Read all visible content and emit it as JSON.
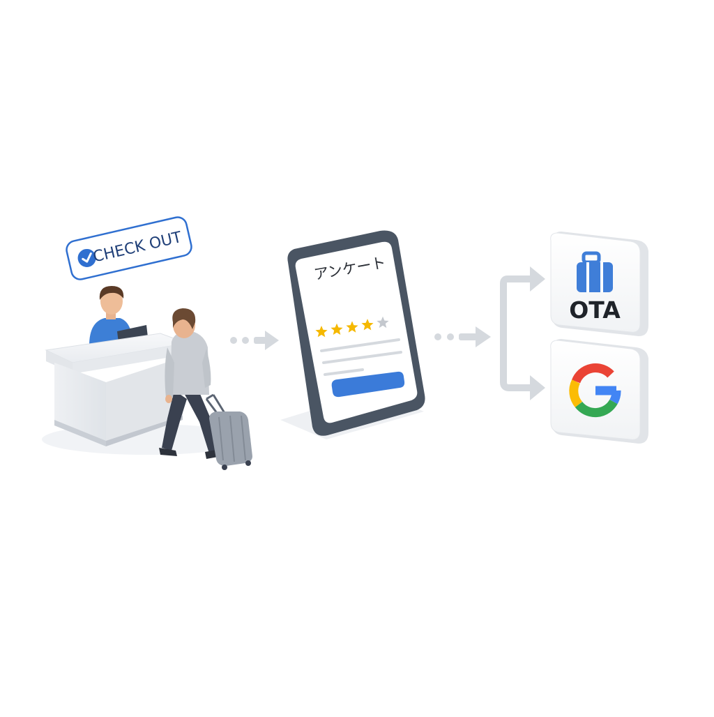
{
  "checkout_badge": {
    "label": "CHECK OUT",
    "icon": "check-circle-icon"
  },
  "survey": {
    "title": "アンケート",
    "rating": 4,
    "max_rating": 5
  },
  "destinations": [
    {
      "label": "OTA",
      "icon": "suitcase-icon"
    },
    {
      "label": "",
      "icon": "google-logo-icon"
    }
  ],
  "colors": {
    "accent": "#2f6fd0",
    "button": "#3b7bd9",
    "star": "#f5b800",
    "star_empty": "#c4c8ce",
    "arrow": "#d5d9de",
    "tablet_frame": "#4a5563",
    "google_blue": "#4285f4",
    "google_red": "#ea4335",
    "google_yellow": "#fbbc05",
    "google_green": "#34a853"
  }
}
